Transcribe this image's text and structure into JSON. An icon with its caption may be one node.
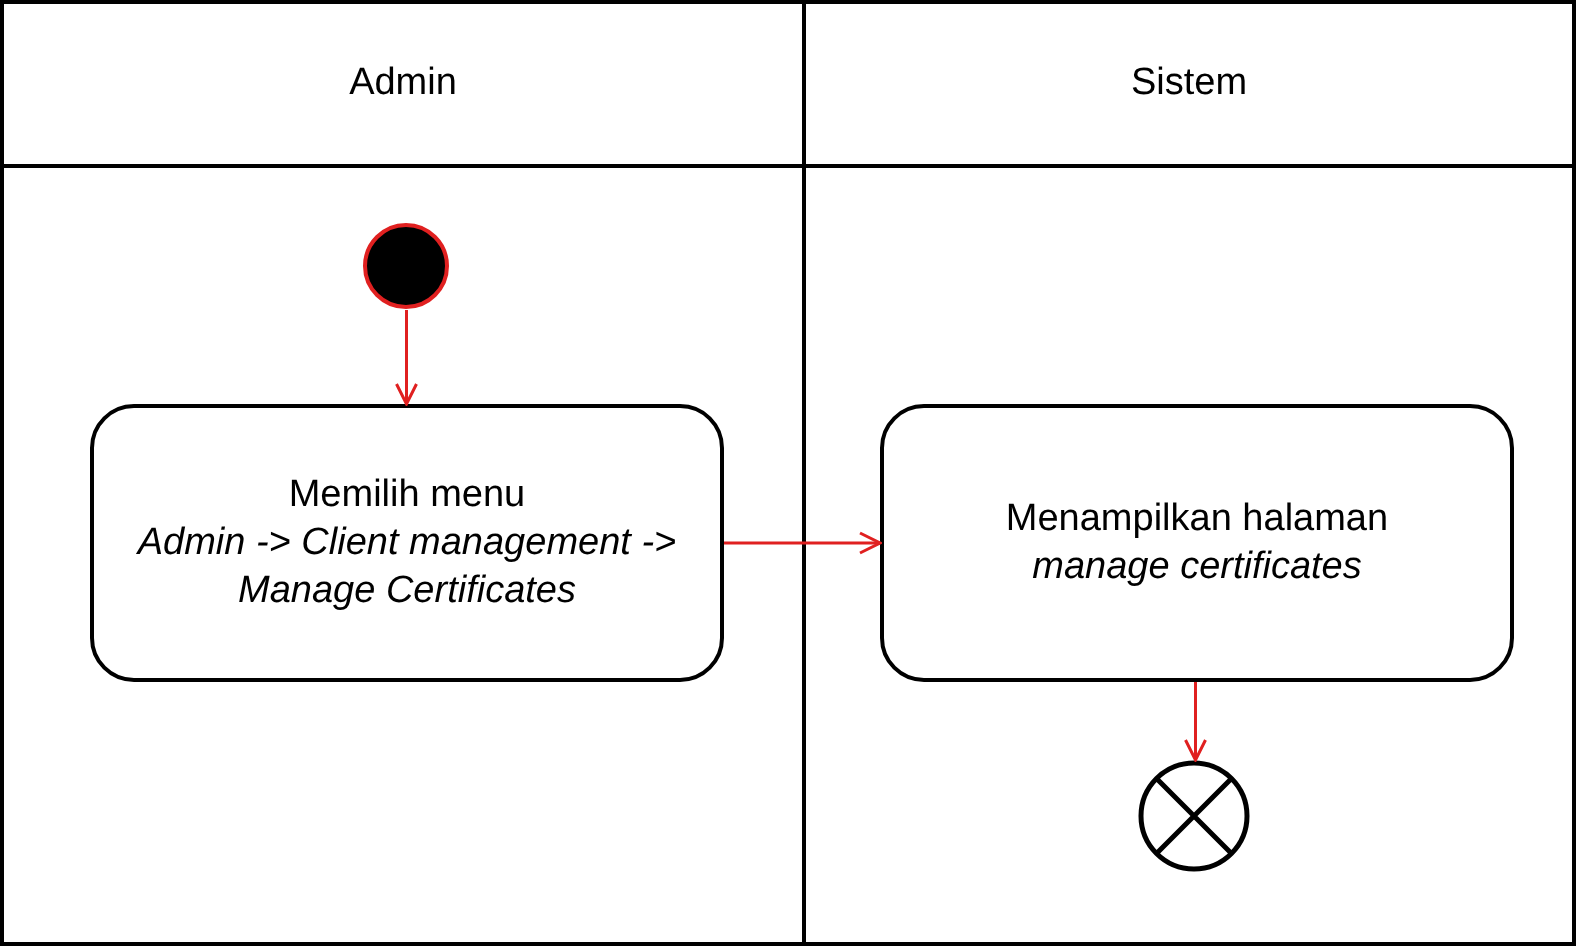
{
  "diagram": {
    "nodes": [
      {
        "text": [
          "Admin"
        ]
      },
      {
        "text": [
          "Sistem"
        ]
      },
      {
        "text": [],
        "shape": "circle",
        "in": 0
      },
      {
        "text": [
          "Memilih menu",
          "Admin -> Client management -> Manage Certificates"
        ],
        "in": 0
      },
      {
        "text": [
          "Menampilkan halaman",
          "manage certificates"
        ],
        "in": 1
      },
      {
        "text": [],
        "shape": "circle",
        "in": 1
      }
    ],
    "edges": [
      {
        "from": 2,
        "to": 3,
        "arrow": "to",
        "color": "#e02020"
      },
      {
        "from": 3,
        "to": 4,
        "arrow": "to",
        "color": "#e02020"
      },
      {
        "from": 4,
        "to": 5,
        "arrow": "to",
        "color": "#e02020"
      }
    ]
  }
}
